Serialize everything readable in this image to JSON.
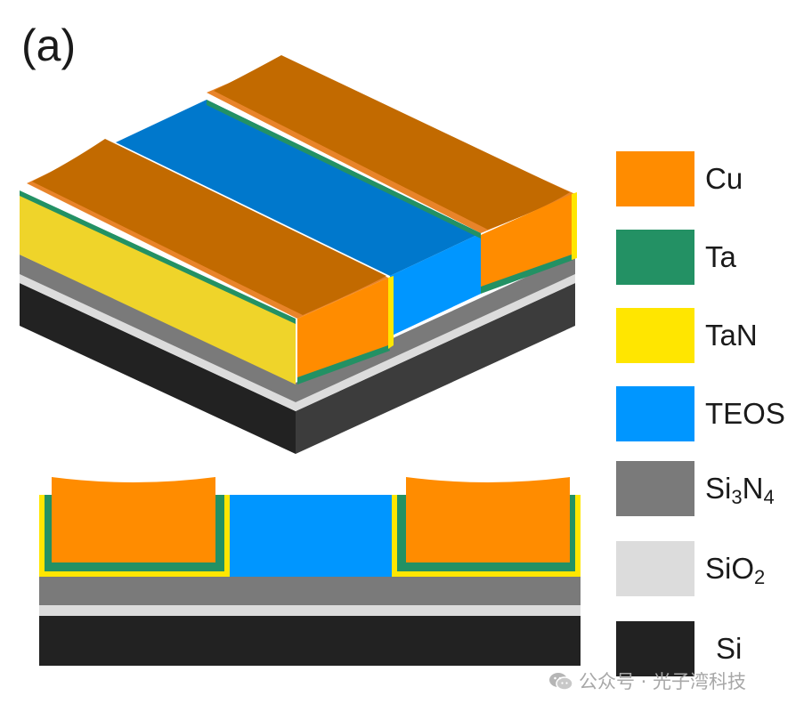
{
  "panel_label": "(a)",
  "colors": {
    "cu": "#FF8C00",
    "cu_top": "#C26A00",
    "cu_lip": "#E8842A",
    "ta": "#239164",
    "tan": "#FFE600",
    "tan_front": "#EFD42A",
    "teos": "#0096FF",
    "teos_top": "#0078CC",
    "si3n4": "#7A7A7A",
    "sio2": "#DCDCDC",
    "si": "#222222",
    "si_front": "#3C3C3C"
  },
  "legend": [
    {
      "base": "Cu",
      "sub": "",
      "base2": "",
      "sub2": "",
      "color": "#FF8C00"
    },
    {
      "base": "Ta",
      "sub": "",
      "base2": "",
      "sub2": "",
      "color": "#239164"
    },
    {
      "base": "TaN",
      "sub": "",
      "base2": "",
      "sub2": "",
      "color": "#FFE600"
    },
    {
      "base": "TEOS",
      "sub": "",
      "base2": "",
      "sub2": "",
      "color": "#0096FF"
    },
    {
      "base": "Si",
      "sub": "3",
      "base2": "N",
      "sub2": "4",
      "color": "#7A7A7A"
    },
    {
      "base": "SiO",
      "sub": "2",
      "base2": "",
      "sub2": "",
      "color": "#DCDCDC"
    },
    {
      "base": "Si",
      "sub": "",
      "base2": "",
      "sub2": "",
      "color": "#222222"
    }
  ],
  "watermark": "公众号 · 光子湾科技"
}
